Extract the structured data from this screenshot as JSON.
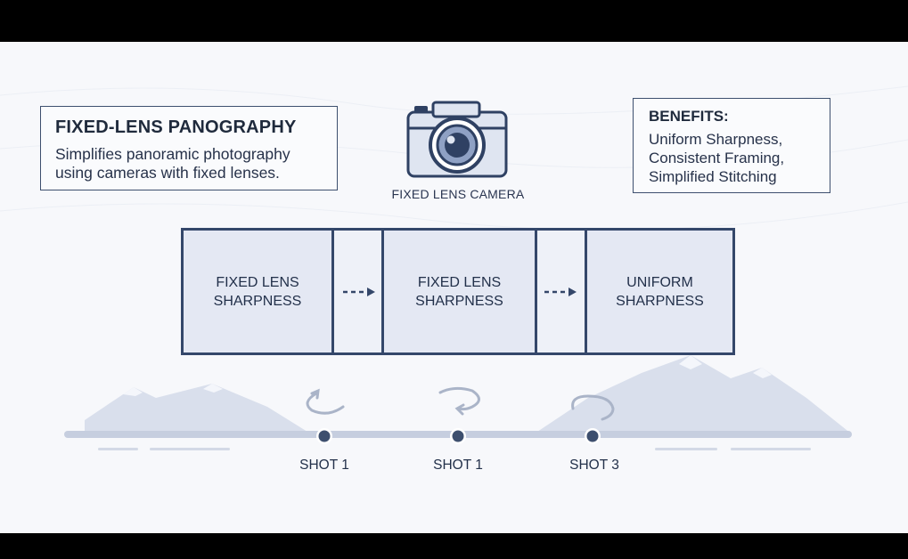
{
  "header": {
    "title": "FIXED-LENS PANOGRAPHY",
    "description_lines": [
      "Simplifies panoramic photography",
      "using cameras with fixed lenses."
    ]
  },
  "camera": {
    "label": "FIXED LENS CAMERA",
    "icon": "camera-icon"
  },
  "benefits": {
    "title": "BENEFITS:",
    "items": [
      "Uniform Sharpness,",
      "Consistent Framing,",
      "Simplified Stitching"
    ]
  },
  "frames": [
    {
      "label": "FIXED LENS\nSHARPNESS"
    },
    {
      "label": "FIXED LENS\nSHARPNESS"
    },
    {
      "label": "UNIFORM\nSHARPNESS"
    }
  ],
  "arrows": [
    "dashed-arrow-icon",
    "dashed-arrow-icon"
  ],
  "shots": [
    {
      "label": "SHOT 1",
      "icon": "rotate-icon"
    },
    {
      "label": "SHOT 1",
      "icon": "rotate-icon"
    },
    {
      "label": "SHOT 3",
      "icon": "rotate-icon"
    }
  ],
  "colors": {
    "ink": "#34476a",
    "frame_fill": "#e4e8f3",
    "mountain": "#d9dfec",
    "accent_dot": "#3d4f6e"
  }
}
